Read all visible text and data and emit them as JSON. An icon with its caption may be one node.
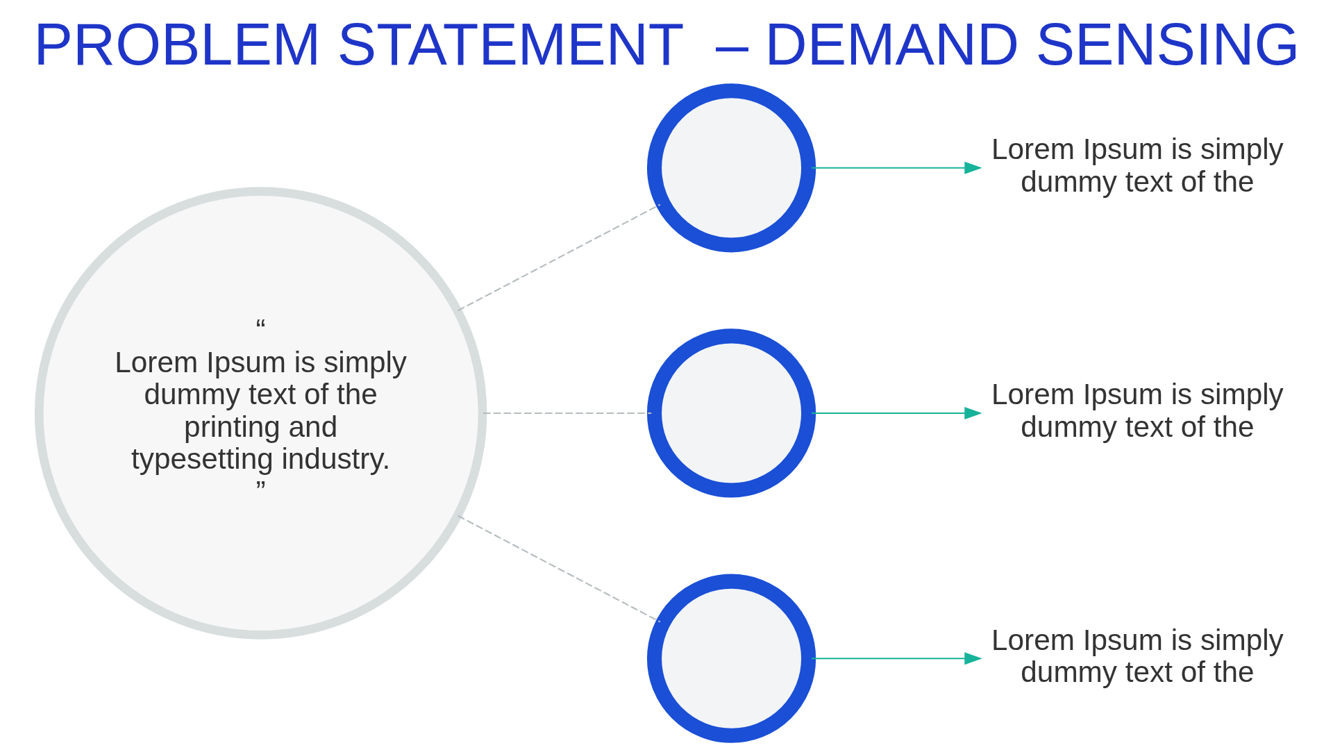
{
  "diagram": {
    "title": "PROBLEM STATEMENT  – DEMAND SENSING",
    "nodes": [
      {
        "text": [
          "“",
          "Lorem Ipsum is simply dummy text of the printing and typesetting industry.",
          "”"
        ]
      },
      {
        "text": [],
        "shape": "circle"
      },
      {
        "text": [],
        "shape": "circle"
      },
      {
        "text": [],
        "shape": "circle"
      },
      {
        "text": [
          "Lorem Ipsum is simply dummy text of the"
        ]
      },
      {
        "text": [
          "Lorem Ipsum is simply dummy text of the"
        ]
      },
      {
        "text": [
          "Lorem Ipsum is simply dummy text of the"
        ]
      }
    ],
    "edges": [
      {
        "from": 0,
        "to": 1,
        "arrow": "none",
        "style": "dashed"
      },
      {
        "from": 0,
        "to": 2,
        "arrow": "none",
        "style": "dashed"
      },
      {
        "from": 0,
        "to": 3,
        "arrow": "none",
        "style": "dashed"
      },
      {
        "from": 1,
        "to": 4,
        "arrow": "to",
        "color": "#16b39a"
      },
      {
        "from": 2,
        "to": 5,
        "arrow": "to",
        "color": "#16b39a"
      },
      {
        "from": 3,
        "to": 6,
        "arrow": "to",
        "color": "#16b39a"
      }
    ]
  }
}
